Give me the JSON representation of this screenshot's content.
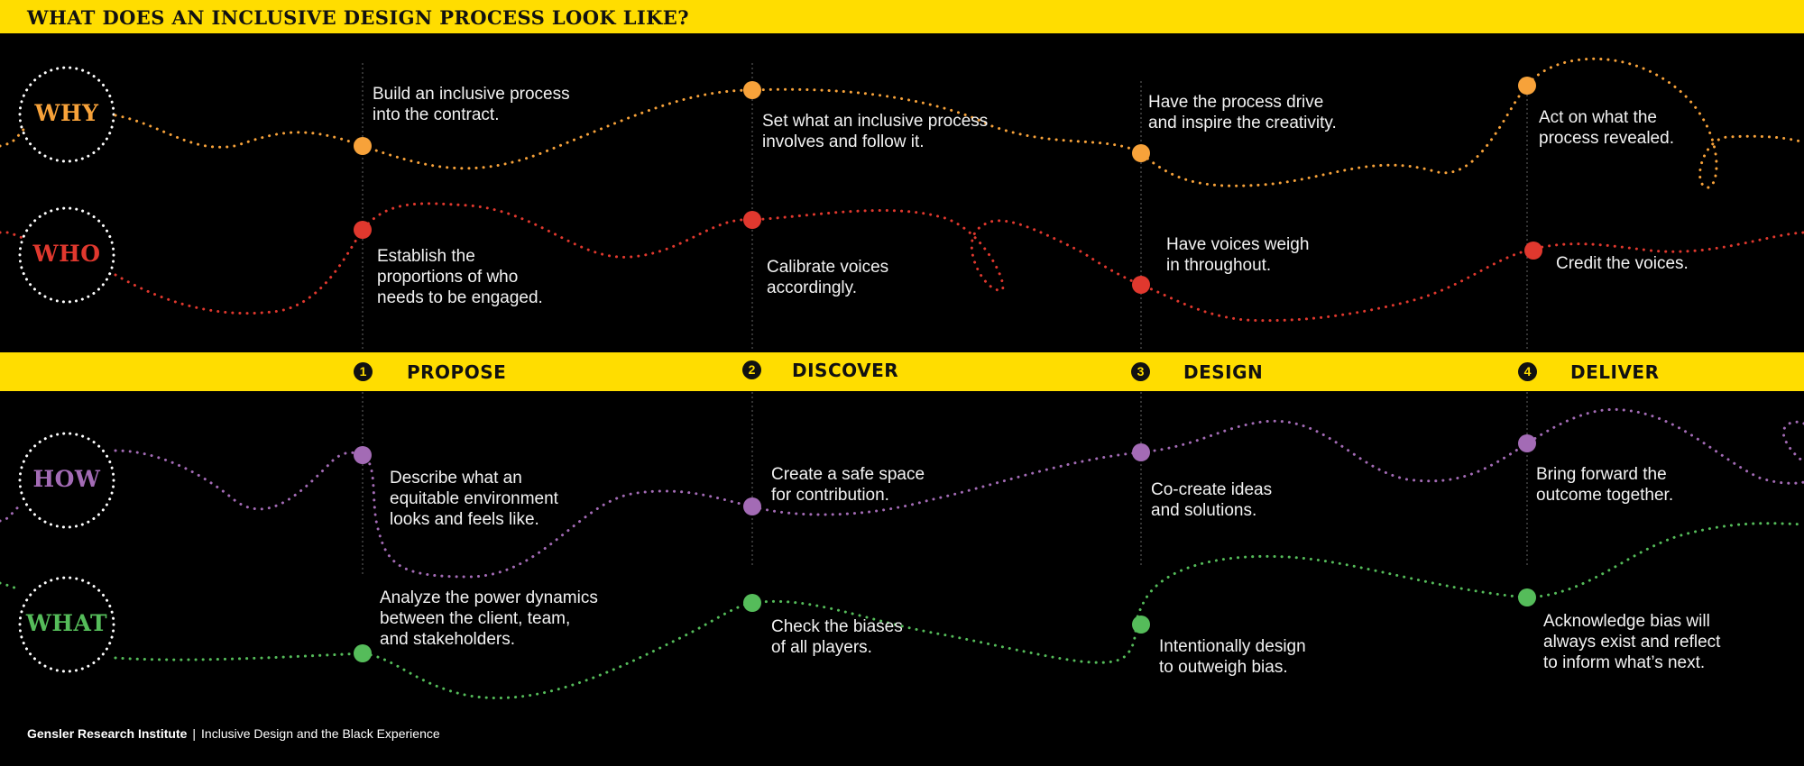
{
  "title": "WHAT DOES AN INCLUSIVE DESIGN PROCESS LOOK LIKE?",
  "colors": {
    "yellow": "#FFDD00",
    "why": "#F7A23A",
    "who": "#E0382E",
    "how": "#A36BB5",
    "what": "#55BC5A"
  },
  "rows": {
    "why": "WHY",
    "who": "WHO",
    "how": "HOW",
    "what": "WHAT"
  },
  "phases": [
    {
      "number": "1",
      "label": "PROPOSE"
    },
    {
      "number": "2",
      "label": "DISCOVER"
    },
    {
      "number": "3",
      "label": "DESIGN"
    },
    {
      "number": "4",
      "label": "DELIVER"
    }
  ],
  "notes": {
    "why": [
      "Build an inclusive process\ninto the contract.",
      "Set what an inclusive process\ninvolves and follow it.",
      "Have the process drive\nand inspire the creativity.",
      "Act on what the\nprocess revealed."
    ],
    "who": [
      "Establish the\nproportions of who\nneeds to be engaged.",
      "Calibrate voices\naccordingly.",
      "Have voices weigh\nin throughout.",
      "Credit the voices."
    ],
    "how": [
      "Describe what an\nequitable environment\nlooks and feels like.",
      "Create a safe space\nfor contribution.",
      "Co-create ideas\nand solutions.",
      "Bring forward the\noutcome together."
    ],
    "what": [
      "Analyze the power dynamics\nbetween the client, team,\nand stakeholders.",
      "Check the biases\nof all players.",
      "Intentionally design\nto outweigh bias.",
      "Acknowledge bias will\nalways exist and reflect\nto inform what’s next."
    ]
  },
  "footer": {
    "org": "Gensler Research Institute",
    "separator": "|",
    "subtitle": "Inclusive Design and the Black Experience"
  }
}
